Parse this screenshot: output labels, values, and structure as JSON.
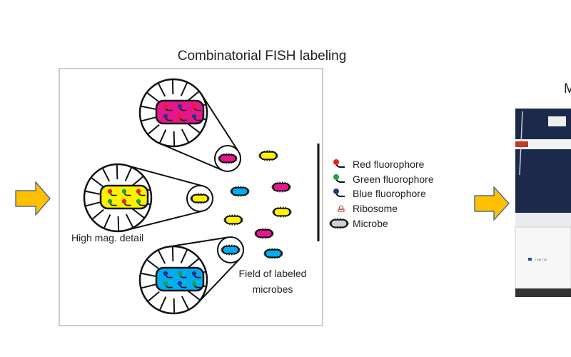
{
  "title": "Combinatorial FISH labeling",
  "next_panel_title_partial": "M",
  "labels": {
    "high_mag": "High mag. detail",
    "field_line1": "Field of labeled",
    "field_line2": "microbes"
  },
  "legend": [
    {
      "label": "Red fluorophore",
      "icon": "red-fluorophore-icon",
      "color": "#ee1c24"
    },
    {
      "label": "Green fluorophore",
      "icon": "green-fluorophore-icon",
      "color": "#16a34a"
    },
    {
      "label": "Blue fluorophore",
      "icon": "blue-fluorophore-icon",
      "color": "#2e3192"
    },
    {
      "label": "Ribosome",
      "icon": "ribosome-icon",
      "color": "#b22222"
    },
    {
      "label": "Microbe",
      "icon": "microbe-icon",
      "color": "#d0d0d0"
    }
  ],
  "microbe_colors": {
    "magenta": "#e6168c",
    "yellow": "#fff200",
    "cyan": "#00aeef"
  },
  "arrow_color": "#ffc000",
  "instrument_label": "LSM 710"
}
